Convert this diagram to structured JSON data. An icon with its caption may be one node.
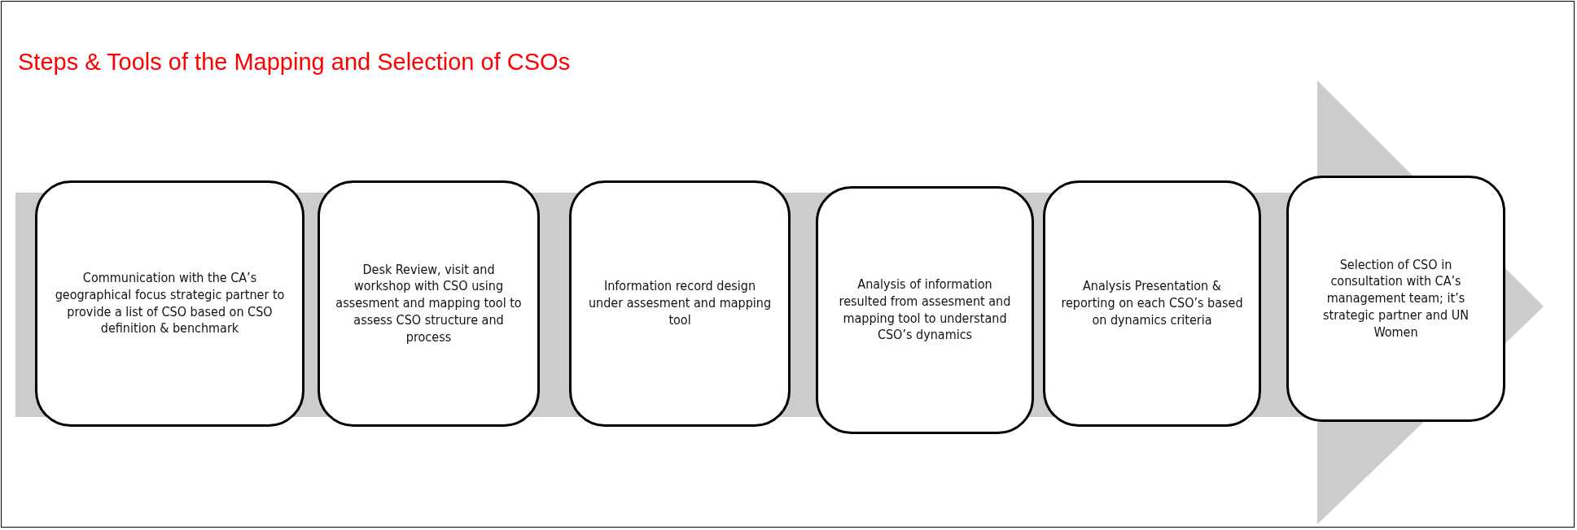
{
  "diagram": {
    "title": "Steps & Tools of the Mapping and Selection of CSOs",
    "nodes": [
      {
        "text": [
          "Communication with the CA’s geographical focus strategic partner to provide a list of CSO based on CSO definition & benchmark"
        ]
      },
      {
        "text": [
          "Desk Review, visit and workshop with CSO using assesment and mapping tool to assess CSO structure and process"
        ]
      },
      {
        "text": [
          "Information record design under assesment and mapping tool"
        ]
      },
      {
        "text": [
          "Analysis of information resulted from assesment and mapping  tool  to understand CSO’s dynamics"
        ]
      },
      {
        "text": [
          "Analysis Presentation & reporting on each CSO’s based on dynamics criteria"
        ]
      },
      {
        "text": [
          "Selection of CSO in consultation with CA’s management team; it’s strategic partner and UN Women"
        ]
      }
    ]
  }
}
